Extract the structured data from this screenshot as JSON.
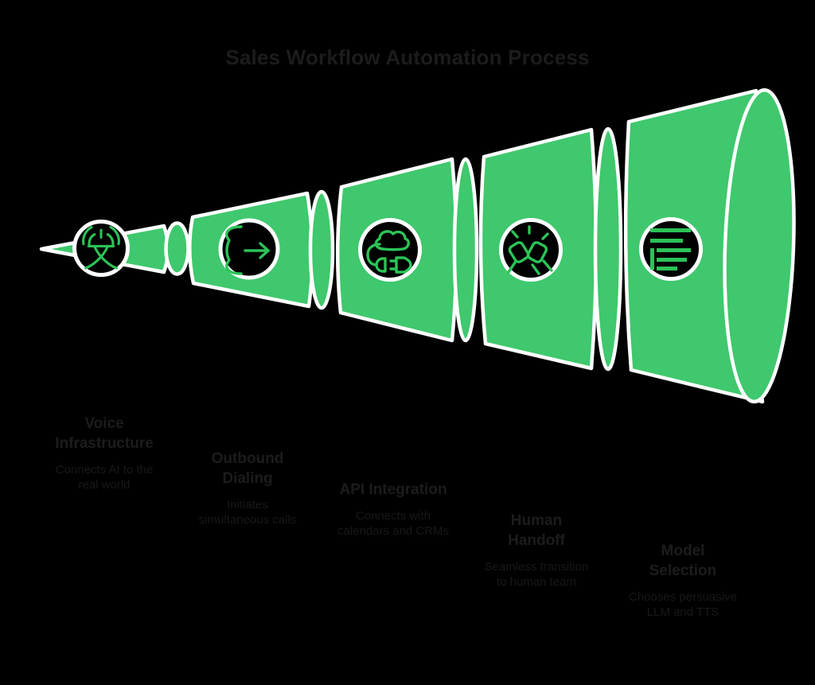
{
  "title": "Sales Workflow Automation Process",
  "colors": {
    "background": "#000000",
    "funnel_green": "#3fc86d",
    "icon_green": "#2cc358",
    "outline_white": "#ffffff",
    "title_text": "#1c1c1c",
    "label_text": "#181818"
  },
  "diagram_type": "horizontal funnel / megaphone with 5 expanding stages",
  "stages": [
    {
      "name": "Voice Infrastructure",
      "label": "Voice\nInfrastructure",
      "description": "Connects AI to the\nreal world",
      "icon": "language-broadcast-icon"
    },
    {
      "name": "Outbound Dialing",
      "label": "Outbound\nDialing",
      "description": "Initiates\nsimultaneous calls",
      "icon": "outbound-call-icon"
    },
    {
      "name": "API Integration",
      "label": "API Integration",
      "description": "Connects with\ncalendars and CRMs",
      "icon": "cloud-plug-icon"
    },
    {
      "name": "Human Handoff",
      "label": "Human\nHandoff",
      "description": "Seamless transition\nto human team",
      "icon": "fist-bump-icon"
    },
    {
      "name": "Model Selection",
      "label": "Model\nSelection",
      "description": "Chooses persuasive\nLLM and TTS",
      "icon": "model-list-icon"
    }
  ]
}
